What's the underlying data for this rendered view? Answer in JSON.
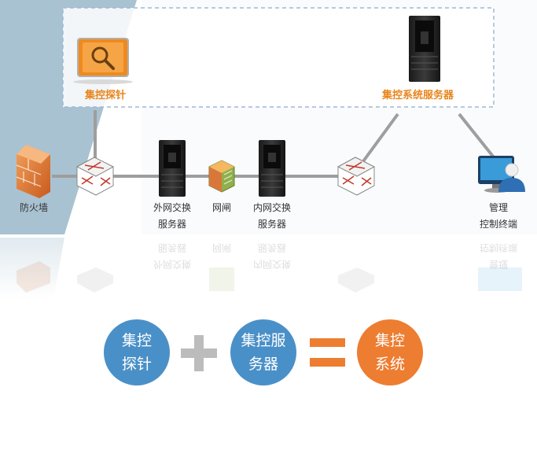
{
  "nodes": {
    "probe": {
      "label": "集控探针"
    },
    "system_server": {
      "label": "集控系统服务器"
    },
    "firewall": {
      "label": "防火墙"
    },
    "outer_server": {
      "label": "外网交换\n服务器"
    },
    "gateway": {
      "label": "网闸"
    },
    "inner_server": {
      "label": "内网交换\n服务器"
    },
    "terminal": {
      "label": "管理\n控制终端"
    }
  },
  "equation": {
    "term1": "集控\n探针",
    "plus": "+",
    "term2": "集控服\n务器",
    "equals": "=",
    "result": "集控\n系统"
  },
  "colors": {
    "accent_orange": "#e8851d",
    "circle_blue": "#4a90c8",
    "circle_orange": "#ed7d31",
    "panel_blue": "#a9c2d2",
    "operator_gray": "#bcbcbc"
  }
}
